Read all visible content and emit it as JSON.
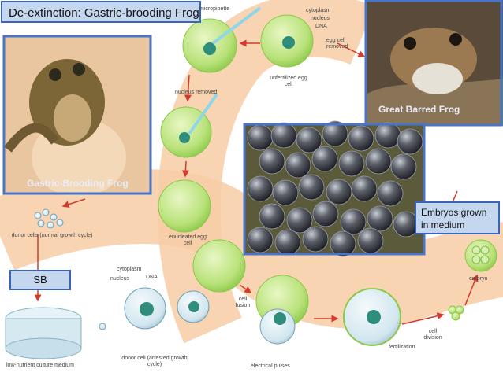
{
  "title": "De-extinction: Gastric-brooding Frog",
  "photos": {
    "gastric_frog": {
      "caption": "Gastric-Brooding Frog"
    },
    "barred_frog": {
      "caption": "Great Barred Frog"
    },
    "embryos": {
      "caption": "Embryos grown in medium"
    }
  },
  "callout_sb": "SB",
  "labels": {
    "micropipette": "micropipette",
    "cytoplasm_top": "cytoplasm",
    "nucleus_top": "nucleus",
    "dna_top": "DNA",
    "egg_removed": "egg cell removed",
    "unfertilized": "unfertilized egg cell",
    "nucleus_removed": "nucleus removed",
    "enucleated": "enucleated egg cell",
    "donor_cells": "donor cells (normal growth cycle)",
    "cytoplasm_bottom": "cytoplasm",
    "nucleus_bottom": "nucleus",
    "dna_bottom": "DNA",
    "culture_medium": "low-nutrient culture medium",
    "donor_cell": "donor cell (arrested growth cycle)",
    "cell_fusion": "cell fusion",
    "electrical_pulses": "electrical pulses",
    "fertilization": "fertilization",
    "cell_division": "cell division",
    "embryo": "embryo"
  },
  "colors": {
    "band": "#f6c8a0",
    "cell_green": "#b9e27a",
    "nucleus_teal": "#2f8d7c",
    "arrow_red": "#d33b2c",
    "frame_blue": "#4a74c8",
    "label_bg": "#c5d6ef"
  }
}
